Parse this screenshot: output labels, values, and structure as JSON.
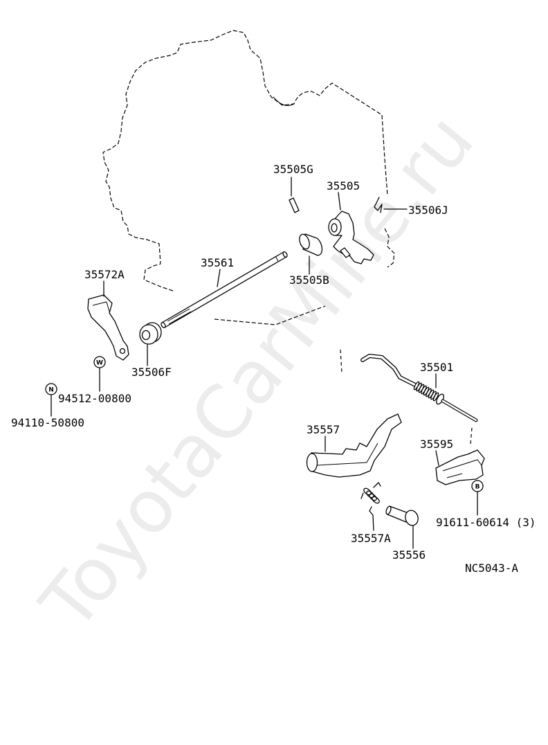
{
  "figure_id": "NC5043-A",
  "watermark": "ToyotaCarMine.ru",
  "callouts": {
    "c35505G": "35505G",
    "c35505": "35505",
    "c35506J": "35506J",
    "c35561": "35561",
    "c35572A": "35572A",
    "c35505B": "35505B",
    "c35506F": "35506F",
    "c35501": "35501",
    "c94512": "94512-00800",
    "c94110": "94110-50800",
    "c35557": "35557",
    "c35595": "35595",
    "c91611": "91611-60614 (3)",
    "c35557A": "35557A",
    "c35556": "35556"
  },
  "markers": {
    "w": "W",
    "n": "N",
    "b": "B"
  }
}
